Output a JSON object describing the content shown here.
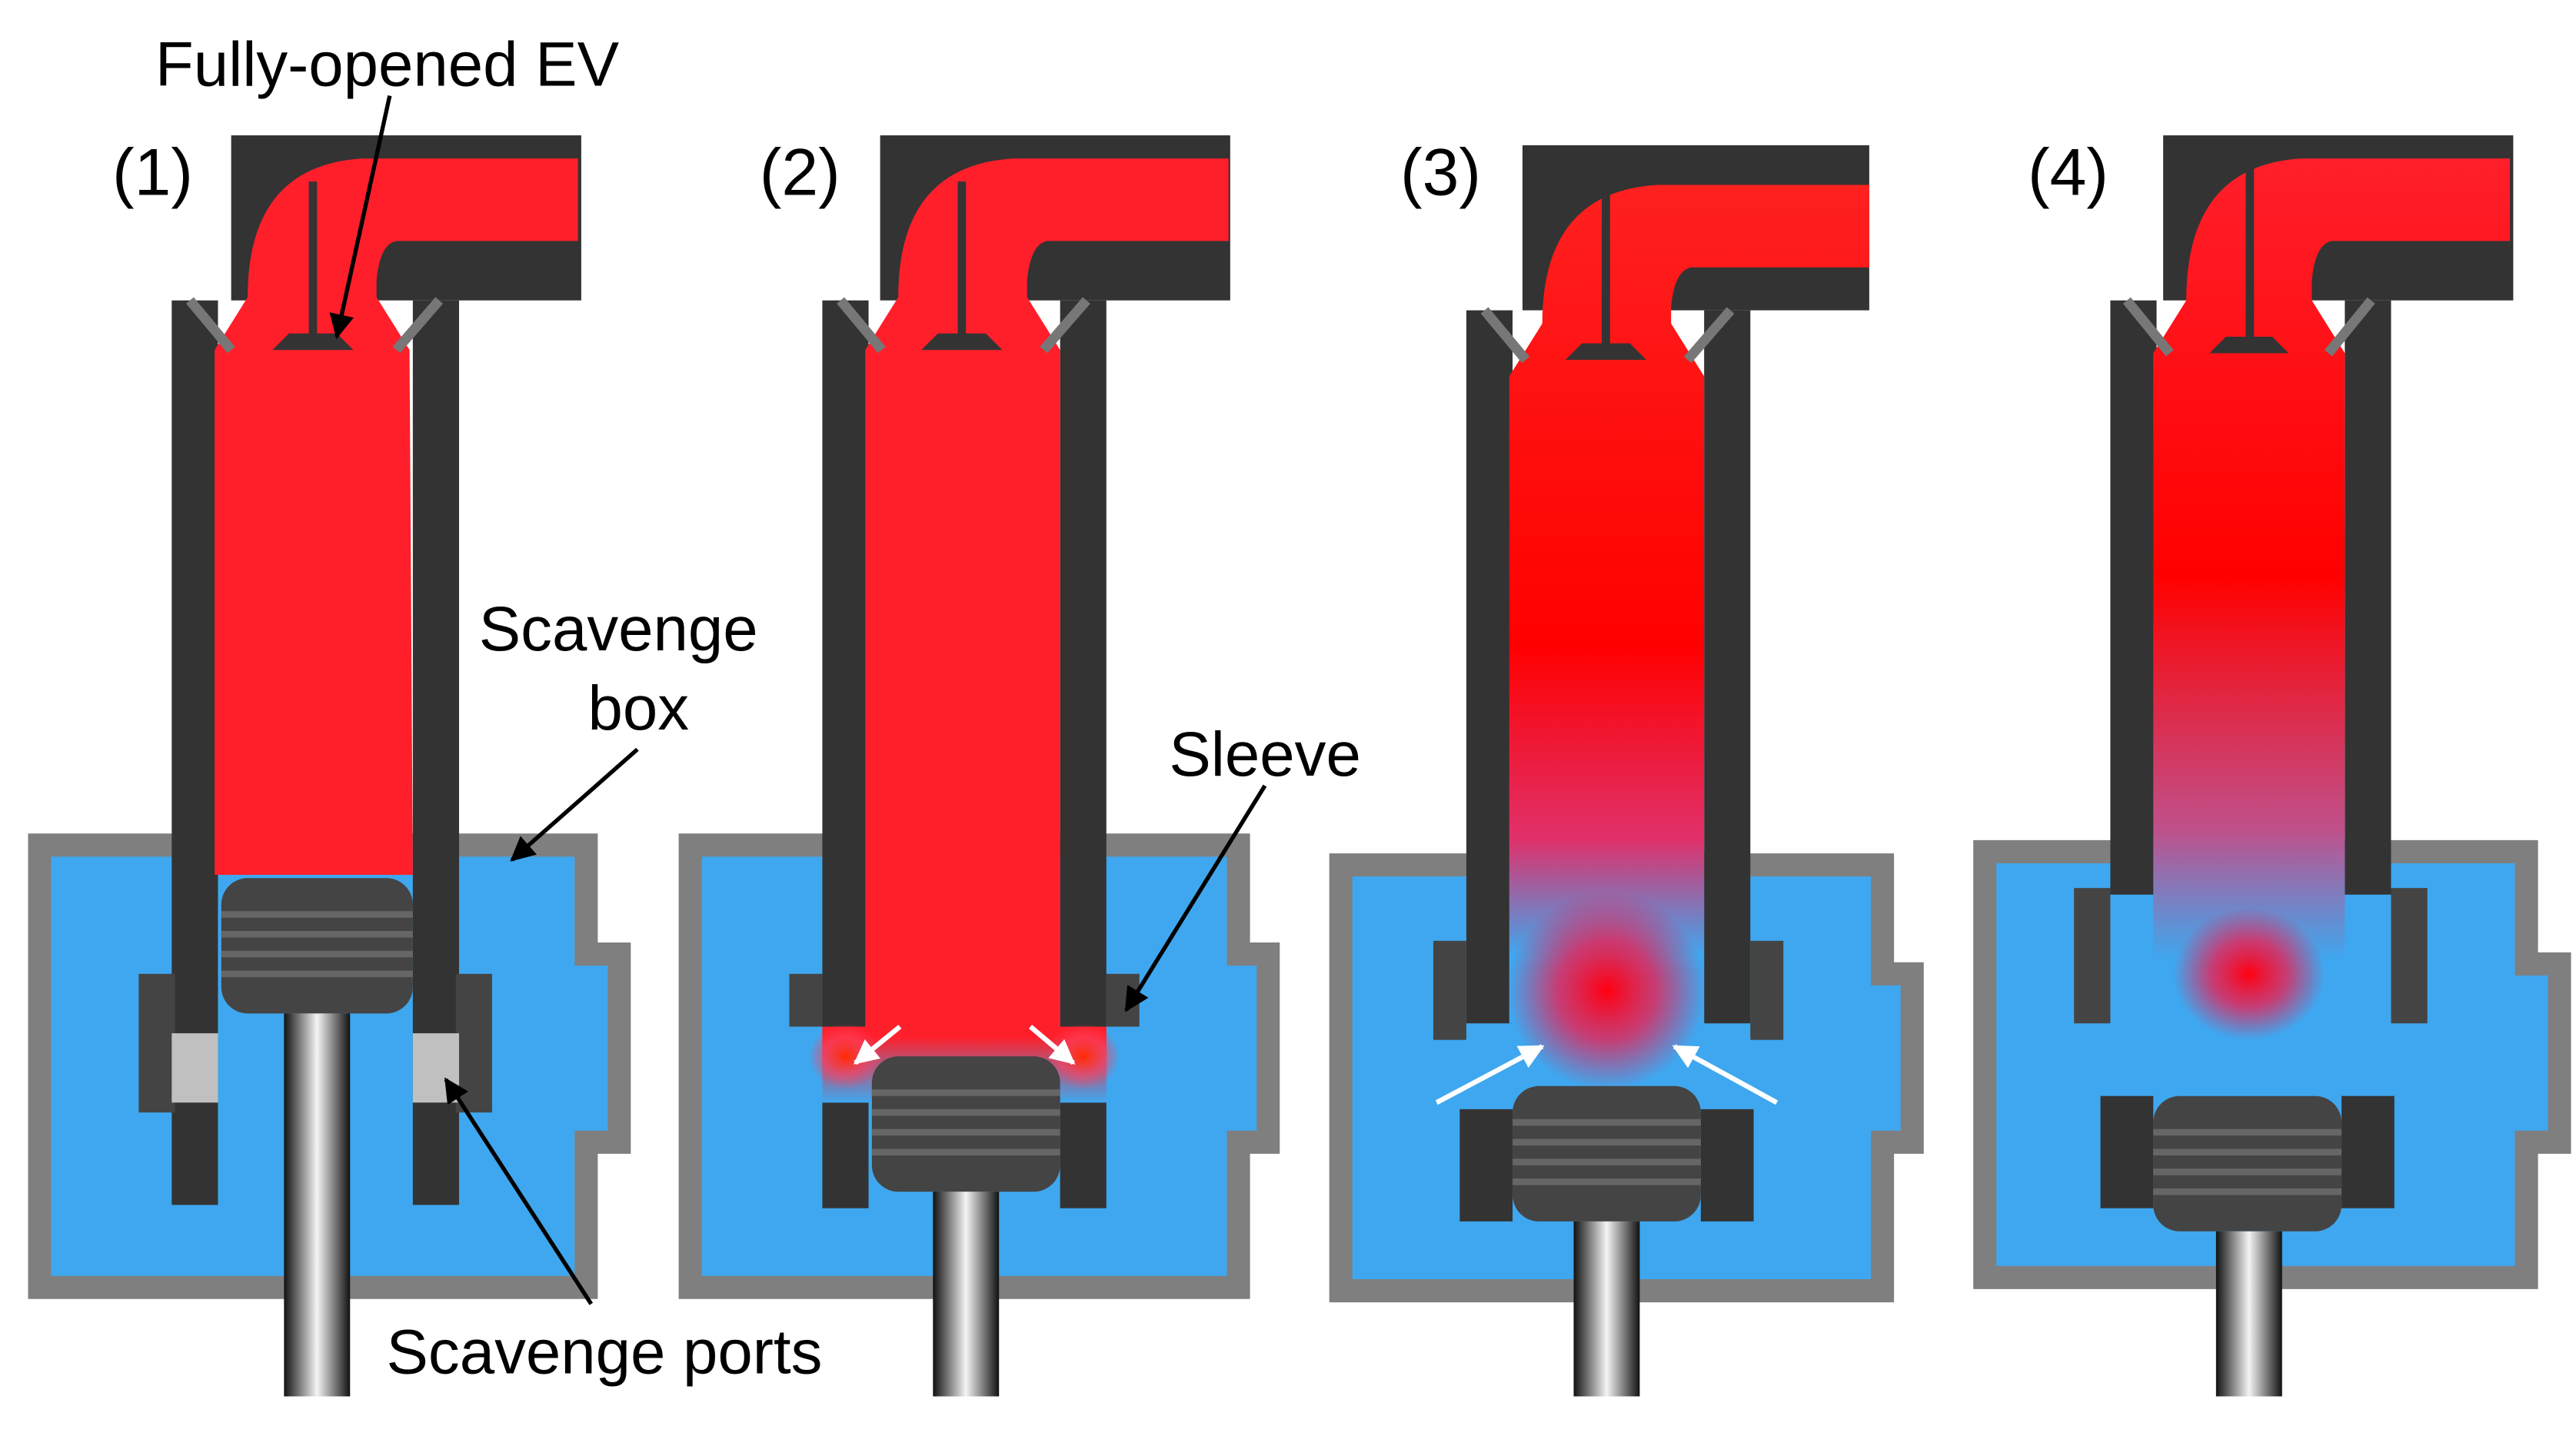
{
  "labels": {
    "fully_opened_ev": "Fully-opened EV",
    "scavenge_box": [
      "Scavenge",
      "box"
    ],
    "sleeve": "Sleeve",
    "scavenge_ports": "Scavenge ports"
  },
  "stages": [
    {
      "label": "(1)"
    },
    {
      "label": "(2)"
    },
    {
      "label": "(3)"
    },
    {
      "label": "(4)"
    }
  ],
  "colors": {
    "gas": "#ff1f2a",
    "gas_deep": "#ff0000",
    "air": "#3fa7ef",
    "metal": "#333333",
    "box_outline": "#7f7f7f",
    "port": "#c0c0c0",
    "piston": "#444444",
    "arrow": "#000000",
    "flow_arrow": "#ffffff"
  },
  "icons": {
    "exhaust_valve": "exhaust-valve-icon",
    "piston": "piston-icon",
    "piston_rod": "piston-rod-icon"
  }
}
